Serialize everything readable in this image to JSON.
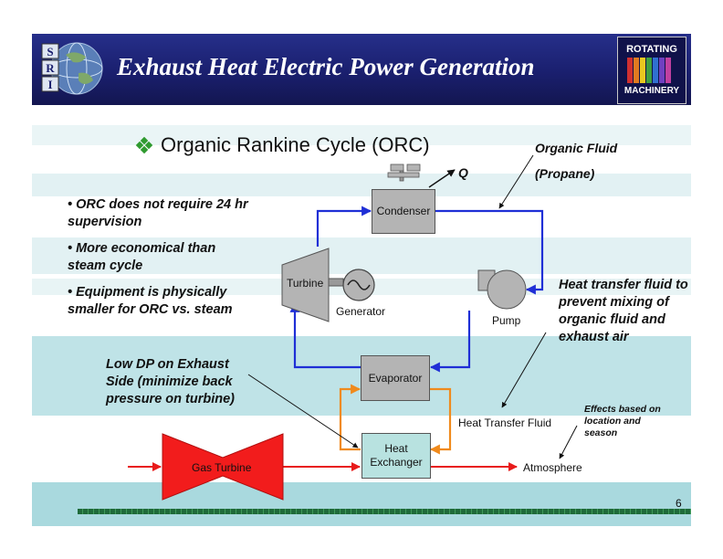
{
  "header": {
    "title": "Exhaust Heat Electric Power Generation",
    "left_logo": "SRI",
    "right_logo": {
      "line1": "ROTATING",
      "line2": "MACHINERY"
    }
  },
  "slide_title": {
    "icon": "diamond-bullet-icon",
    "text": "Organic Rankine Cycle (ORC)"
  },
  "bullets": [
    "• ORC does not require 24 hr supervision",
    "• More economical than steam cycle",
    "• Equipment is physically smaller for ORC vs. steam"
  ],
  "annotations": {
    "organic_fluid": "Organic Fluid",
    "propane": "(Propane)",
    "heat_transfer_note": "Heat transfer fluid to prevent mixing of organic fluid and exhaust air",
    "low_dp_note": "Low DP on Exhaust Side (minimize back pressure on turbine)",
    "effects_note": "Effects based on location and season",
    "q_label": "Q"
  },
  "components": {
    "condenser": "Condenser",
    "turbine": "Turbine",
    "generator": "Generator",
    "pump": "Pump",
    "evaporator": "Evaporator",
    "heat_exchanger": "Heat Exchanger",
    "gas_turbine": "Gas Turbine",
    "heat_transfer_fluid": "Heat Transfer Fluid",
    "atmosphere": "Atmosphere"
  },
  "page_number": "6",
  "colors": {
    "header_bg": "#1a1f6e",
    "band_light": "#e2f1f3",
    "band_dark": "#bfe3e7",
    "orc_loop": "#1f2fd6",
    "htf_loop": "#f08a1c",
    "exhaust": "#e81b1b",
    "component_fill": "#b4b4b4",
    "heat_exchanger_fill": "#b8e2e0",
    "gas_turbine_fill": "#f21c1c"
  }
}
